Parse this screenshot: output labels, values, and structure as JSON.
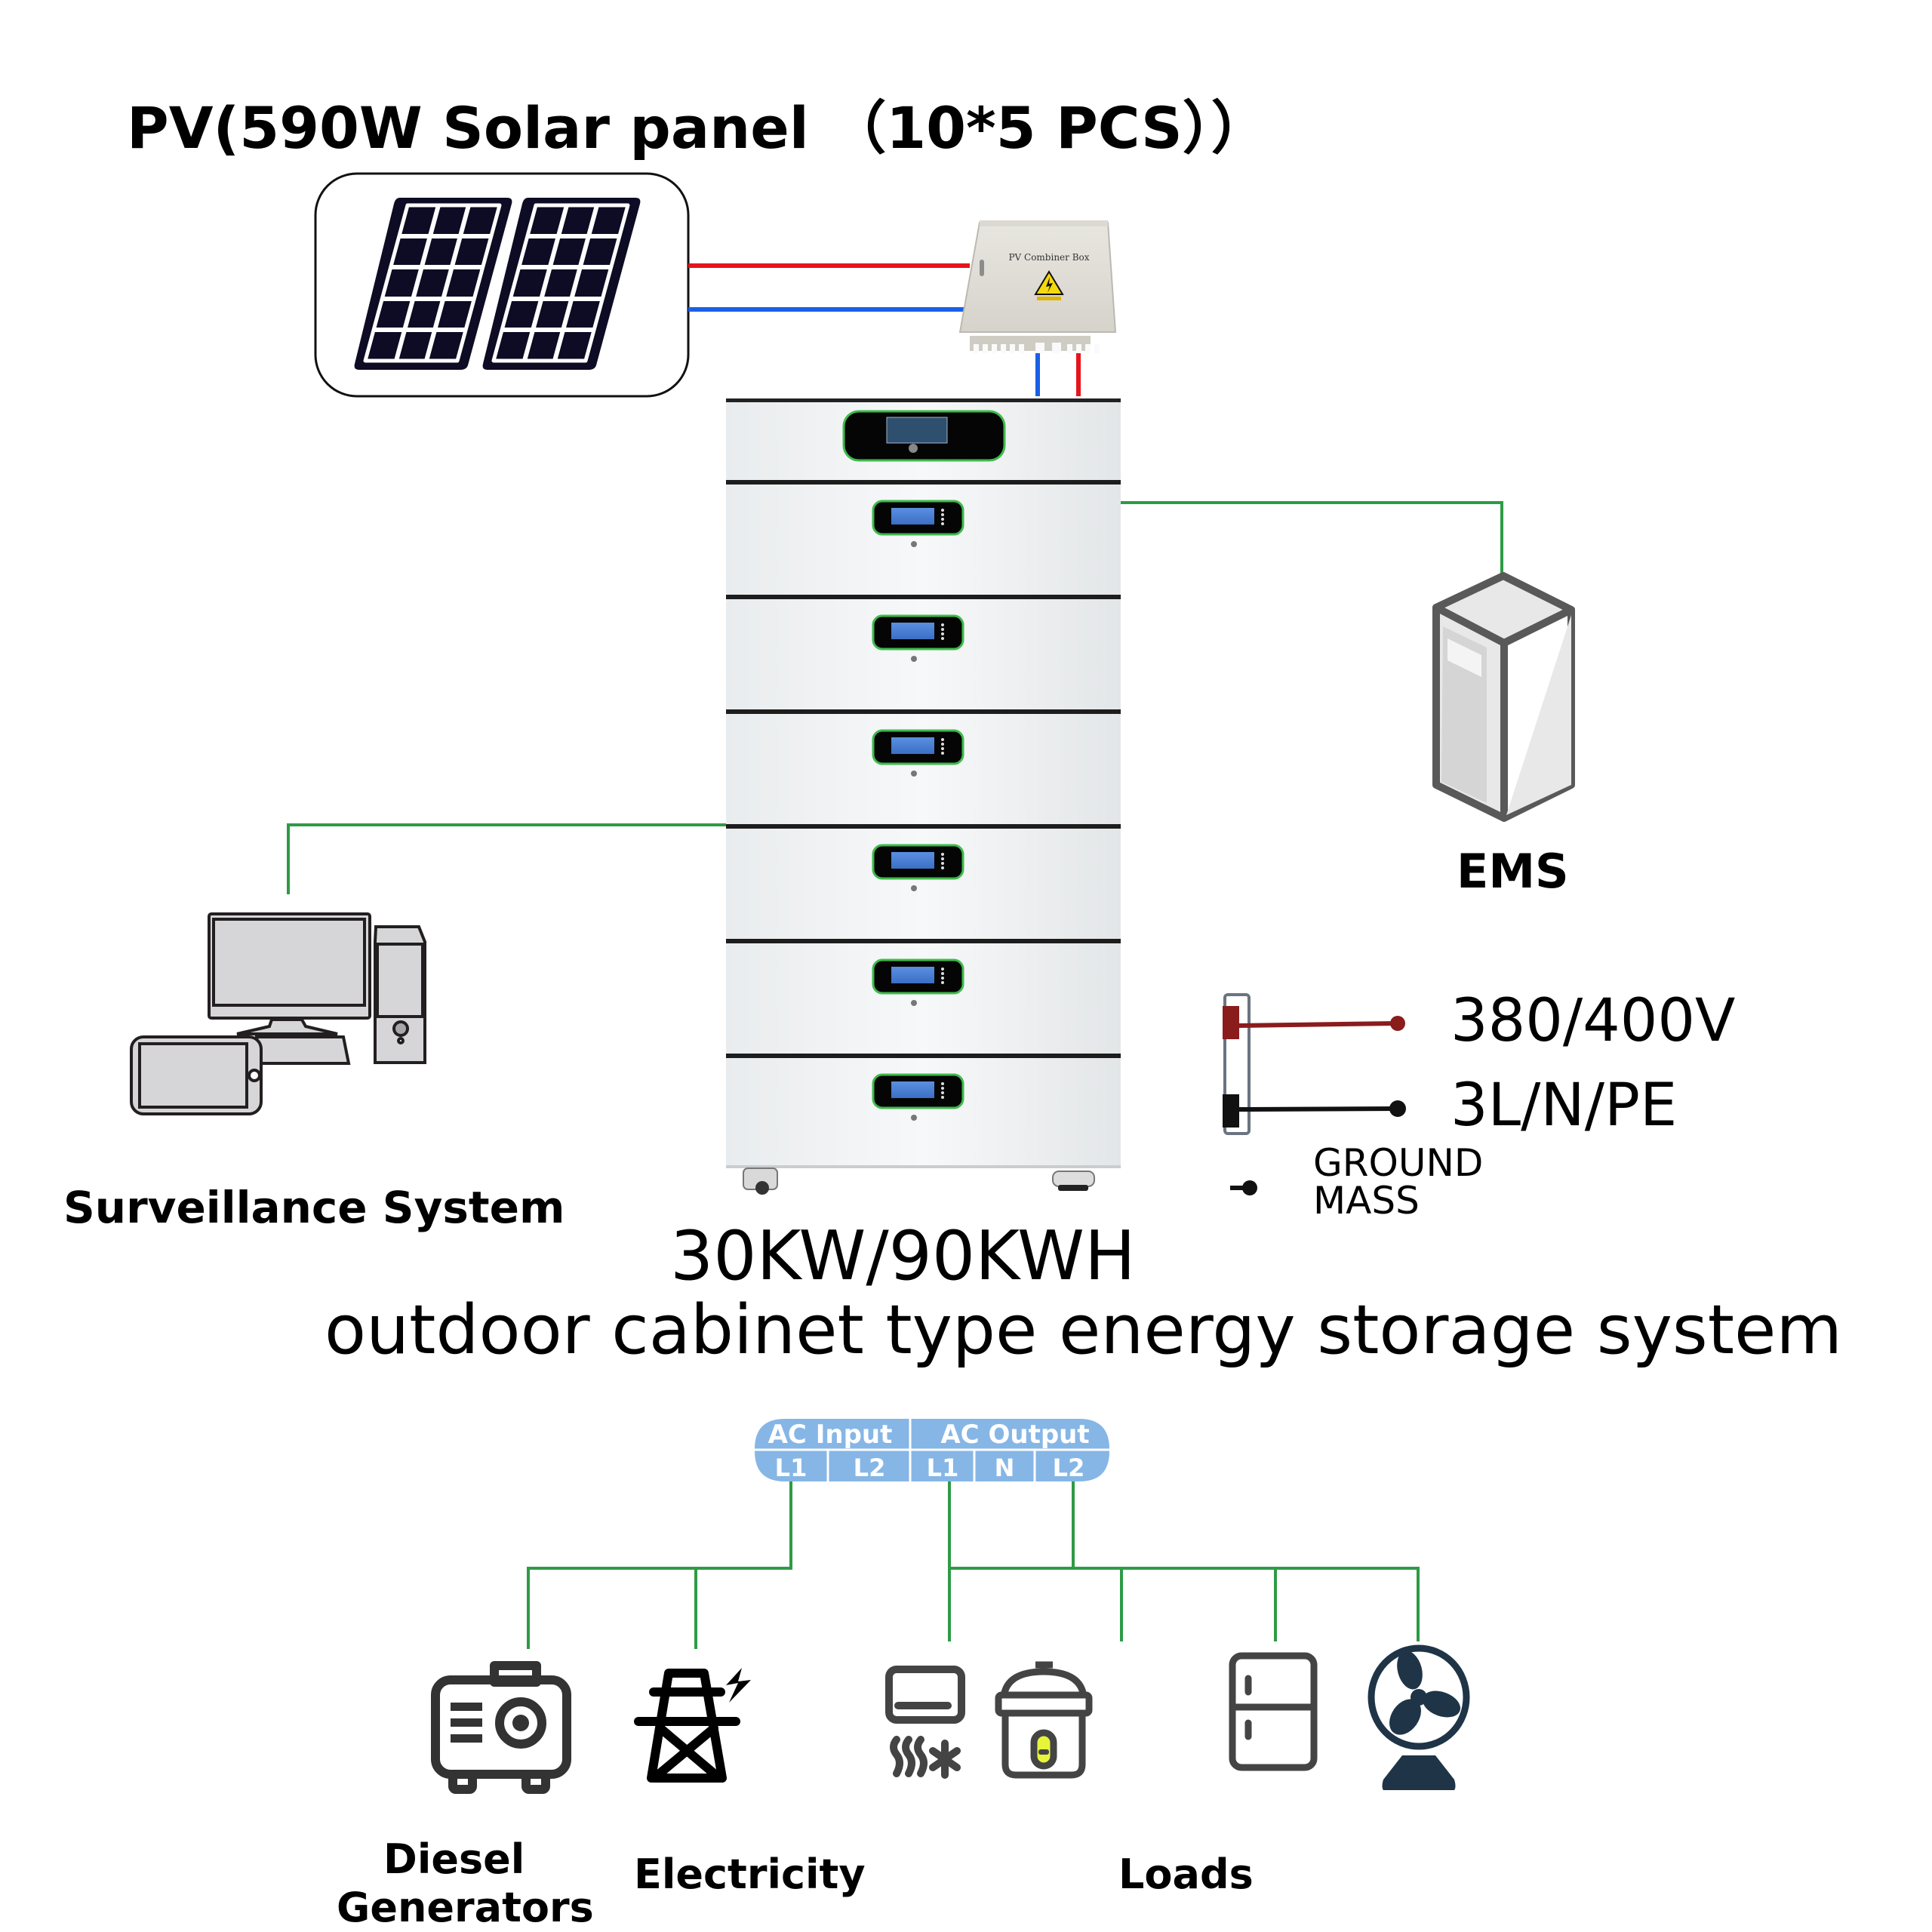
{
  "title": "PV(590W Solar panel （10*5 PCS））",
  "pv_combiner": {
    "label": "PV Combiner Box",
    "warning_label": "Danger high voltage"
  },
  "ems": {
    "label": "EMS"
  },
  "surveillance": {
    "label": "Surveillance System"
  },
  "grid_connection": {
    "voltage": "380/400V",
    "wiring": "3L/N/PE",
    "ground_line1": "GROUND",
    "ground_line2": "MASS"
  },
  "system": {
    "rating": "30KW/90KWH",
    "description": "outdoor cabinet type energy storage system",
    "battery_modules": 6
  },
  "terminal_block": {
    "ac_input": {
      "label": "AC Input",
      "terminals": [
        "L1",
        "L2"
      ]
    },
    "ac_output": {
      "label": "AC Output",
      "terminals": [
        "L1",
        "N",
        "L2"
      ]
    }
  },
  "sources": [
    {
      "label_line1": "Diesel",
      "label_line2": "Generators",
      "icon": "generator-icon"
    },
    {
      "label": "Electricity",
      "icon": "power-tower-icon"
    }
  ],
  "loads": {
    "label": "Loads",
    "items": [
      {
        "icon": "air-conditioner-icon"
      },
      {
        "icon": "rice-cooker-icon"
      },
      {
        "icon": "refrigerator-icon"
      },
      {
        "icon": "fan-icon"
      }
    ]
  },
  "colors": {
    "wire_positive": "#e8141b",
    "wire_negative": "#1a5fe6",
    "comm_line": "#2e9b45",
    "terminal_blue": "#86b6e6",
    "grid_red": "#8b1c1c",
    "icon_dark": "#3a3a3a",
    "fan_navy": "#1f3447",
    "cooker_lime": "#e6f53a"
  }
}
